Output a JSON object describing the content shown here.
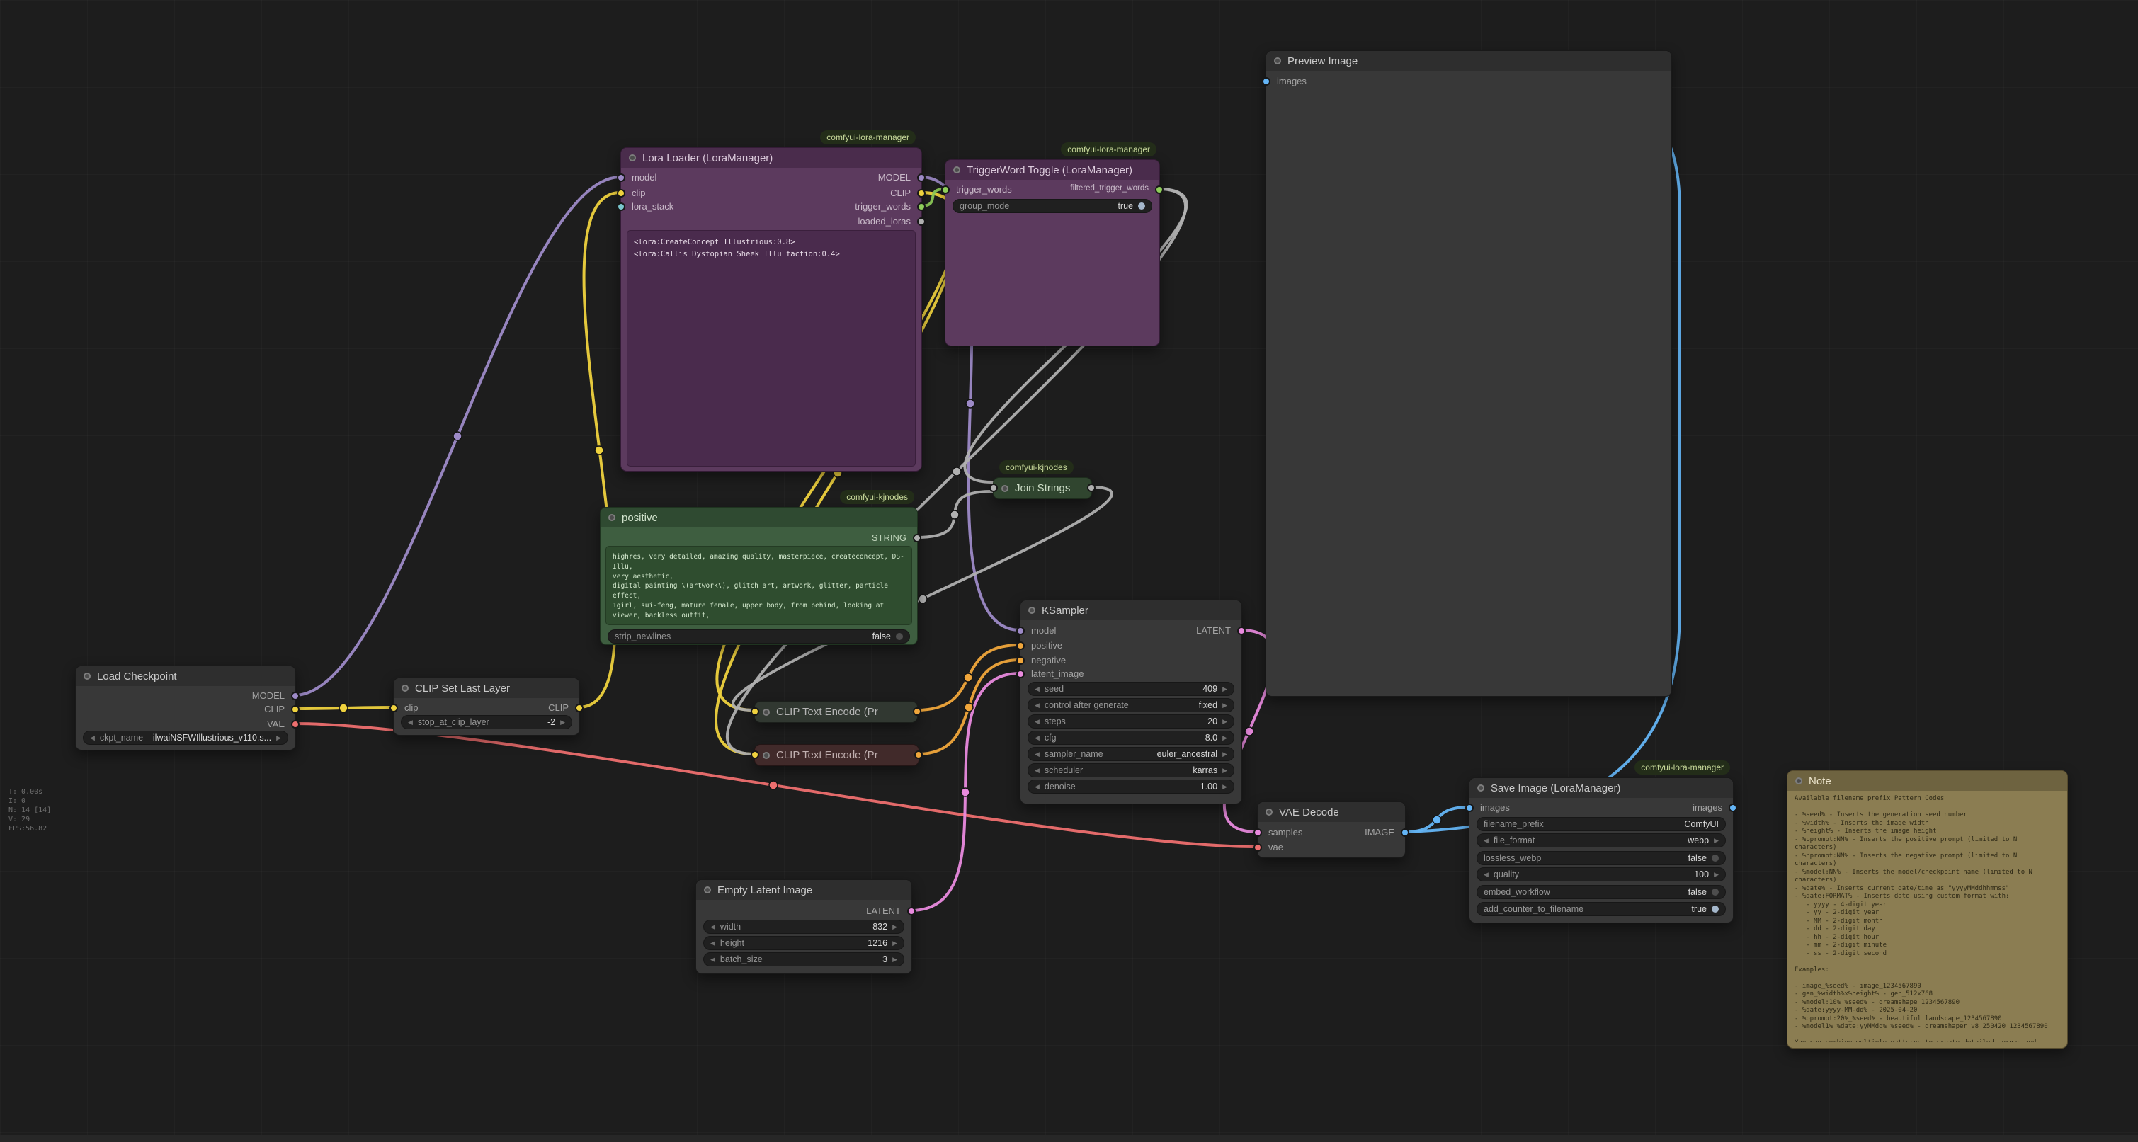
{
  "canvas": {
    "bg": "#1d1d1d"
  },
  "status": {
    "lines": [
      "T: 0.00s",
      "I: 0",
      "N: 14 [14]",
      "V: 29",
      "FPS:56.82"
    ]
  },
  "colors": {
    "model": "#9d8ac7",
    "clip": "#efd23e",
    "vae": "#ee6f6f",
    "conditioning": "#f0a63b",
    "latent": "#e98ade",
    "image": "#64b5f6",
    "string": "#b0b0b0",
    "trigger": "#8fce5a",
    "node_purple": "#5c3a5e",
    "node_green": "#3e5e40",
    "node_note": "#8b7d52",
    "node_default": "#383838"
  },
  "nodes": {
    "load_checkpoint": {
      "title": "Load Checkpoint",
      "outputs": [
        "MODEL",
        "CLIP",
        "VAE"
      ],
      "widget": {
        "label": "ckpt_name",
        "value": "ilwaiNSFWIllustrious_v110.s..."
      }
    },
    "clip_set_last_layer": {
      "title": "CLIP Set Last Layer",
      "input": "clip",
      "output": "CLIP",
      "widget": {
        "label": "stop_at_clip_layer",
        "value": "-2"
      }
    },
    "lora_loader": {
      "badge": "comfyui-lora-manager",
      "title": "Lora Loader (LoraManager)",
      "inputs": [
        "model",
        "clip",
        "lora_stack"
      ],
      "outputs": [
        "MODEL",
        "CLIP",
        "trigger_words",
        "loaded_loras"
      ],
      "text": "<lora:CreateConcept_Illustrious:0.8> <lora:Callis_Dystopian_Sheek_Illu_faction:0.4>"
    },
    "triggerword_toggle": {
      "badge": "comfyui-lora-manager",
      "title": "TriggerWord Toggle (LoraManager)",
      "input": "trigger_words",
      "output": "filtered_trigger_words",
      "widget": {
        "label": "group_mode",
        "value": "true",
        "on": true
      }
    },
    "positive": {
      "badge": "comfyui-kjnodes",
      "title": "positive",
      "output": "STRING",
      "text_lines": [
        "highres, very detailed, amazing quality, masterpiece, createconcept, DS-Illu,",
        "very aesthetic,",
        "digital painting \\(artwork\\), glitch art, artwork, glitter, particle effect,",
        "1girl, sui-feng, mature female, upper body, from behind, looking at viewer, backless outfit,"
      ],
      "widget": {
        "label": "strip_newlines",
        "value": "false",
        "on": false
      }
    },
    "join_strings": {
      "badge": "comfyui-kjnodes",
      "title": "Join Strings"
    },
    "clip_text_encode_pos": {
      "title": "CLIP Text Encode (Pr"
    },
    "clip_text_encode_neg": {
      "title": "CLIP Text Encode (Pr"
    },
    "ksampler": {
      "title": "KSampler",
      "inputs": [
        "model",
        "positive",
        "negative",
        "latent_image"
      ],
      "output": "LATENT",
      "widgets": [
        {
          "label": "seed",
          "value": "409"
        },
        {
          "label": "control after generate",
          "value": "fixed"
        },
        {
          "label": "steps",
          "value": "20"
        },
        {
          "label": "cfg",
          "value": "8.0"
        },
        {
          "label": "sampler_name",
          "value": "euler_ancestral"
        },
        {
          "label": "scheduler",
          "value": "karras"
        },
        {
          "label": "denoise",
          "value": "1.00"
        }
      ]
    },
    "empty_latent_image": {
      "title": "Empty Latent Image",
      "output": "LATENT",
      "widgets": [
        {
          "label": "width",
          "value": "832"
        },
        {
          "label": "height",
          "value": "1216"
        },
        {
          "label": "batch_size",
          "value": "3"
        }
      ]
    },
    "vae_decode": {
      "title": "VAE Decode",
      "inputs": [
        "samples",
        "vae"
      ],
      "output": "IMAGE"
    },
    "preview_image": {
      "title": "Preview Image",
      "input": "images"
    },
    "save_image": {
      "badge": "comfyui-lora-manager",
      "title": "Save Image (LoraManager)",
      "input": "images",
      "output": "images",
      "widgets": [
        {
          "label": "filename_prefix",
          "value": "ComfyUI",
          "type": "text"
        },
        {
          "label": "file_format",
          "value": "webp",
          "type": "combo"
        },
        {
          "label": "lossless_webp",
          "value": "false",
          "type": "toggle",
          "on": false
        },
        {
          "label": "quality",
          "value": "100",
          "type": "combo"
        },
        {
          "label": "embed_workflow",
          "value": "false",
          "type": "toggle",
          "on": false
        },
        {
          "label": "add_counter_to_filename",
          "value": "true",
          "type": "toggle",
          "on": true
        }
      ]
    },
    "note": {
      "title": "Note",
      "lines": [
        "Available filename_prefix Pattern Codes",
        "",
        "- %seed% - Inserts the generation seed number",
        "- %width% - Inserts the image width",
        "- %height% - Inserts the image height",
        "- %pprompt:NN% - Inserts the positive prompt (limited to N characters)",
        "- %nprompt:NN% - Inserts the negative prompt (limited to N characters)",
        "- %model:NN% - Inserts the model/checkpoint name (limited to N characters)",
        "- %date% - Inserts current date/time as \"yyyyMMddhhmmss\"",
        "- %date:FORMAT% - Inserts date using custom format with:",
        "   - yyyy - 4-digit year",
        "   - yy - 2-digit year",
        "   - MM - 2-digit month",
        "   - dd - 2-digit day",
        "   - hh - 2-digit hour",
        "   - mm - 2-digit minute",
        "   - ss - 2-digit second",
        "",
        "Examples:",
        "",
        "- image_%seed% - image_1234567890",
        "- gen_%width%x%height% - gen_512x768",
        "- %model:10%_%seed% - dreamshape_1234567890",
        "- %date:yyyy-MM-dd% - 2025-04-20",
        "- %pprompt:20%_%seed% - beautiful landscape_1234567890",
        "- %model1%_%date:yyMMdd%_%seed% - dreamshaper_v8_250420_1234567890",
        "",
        "You can combine multiple patterns to create detailed, organized filenames for you"
      ]
    }
  }
}
